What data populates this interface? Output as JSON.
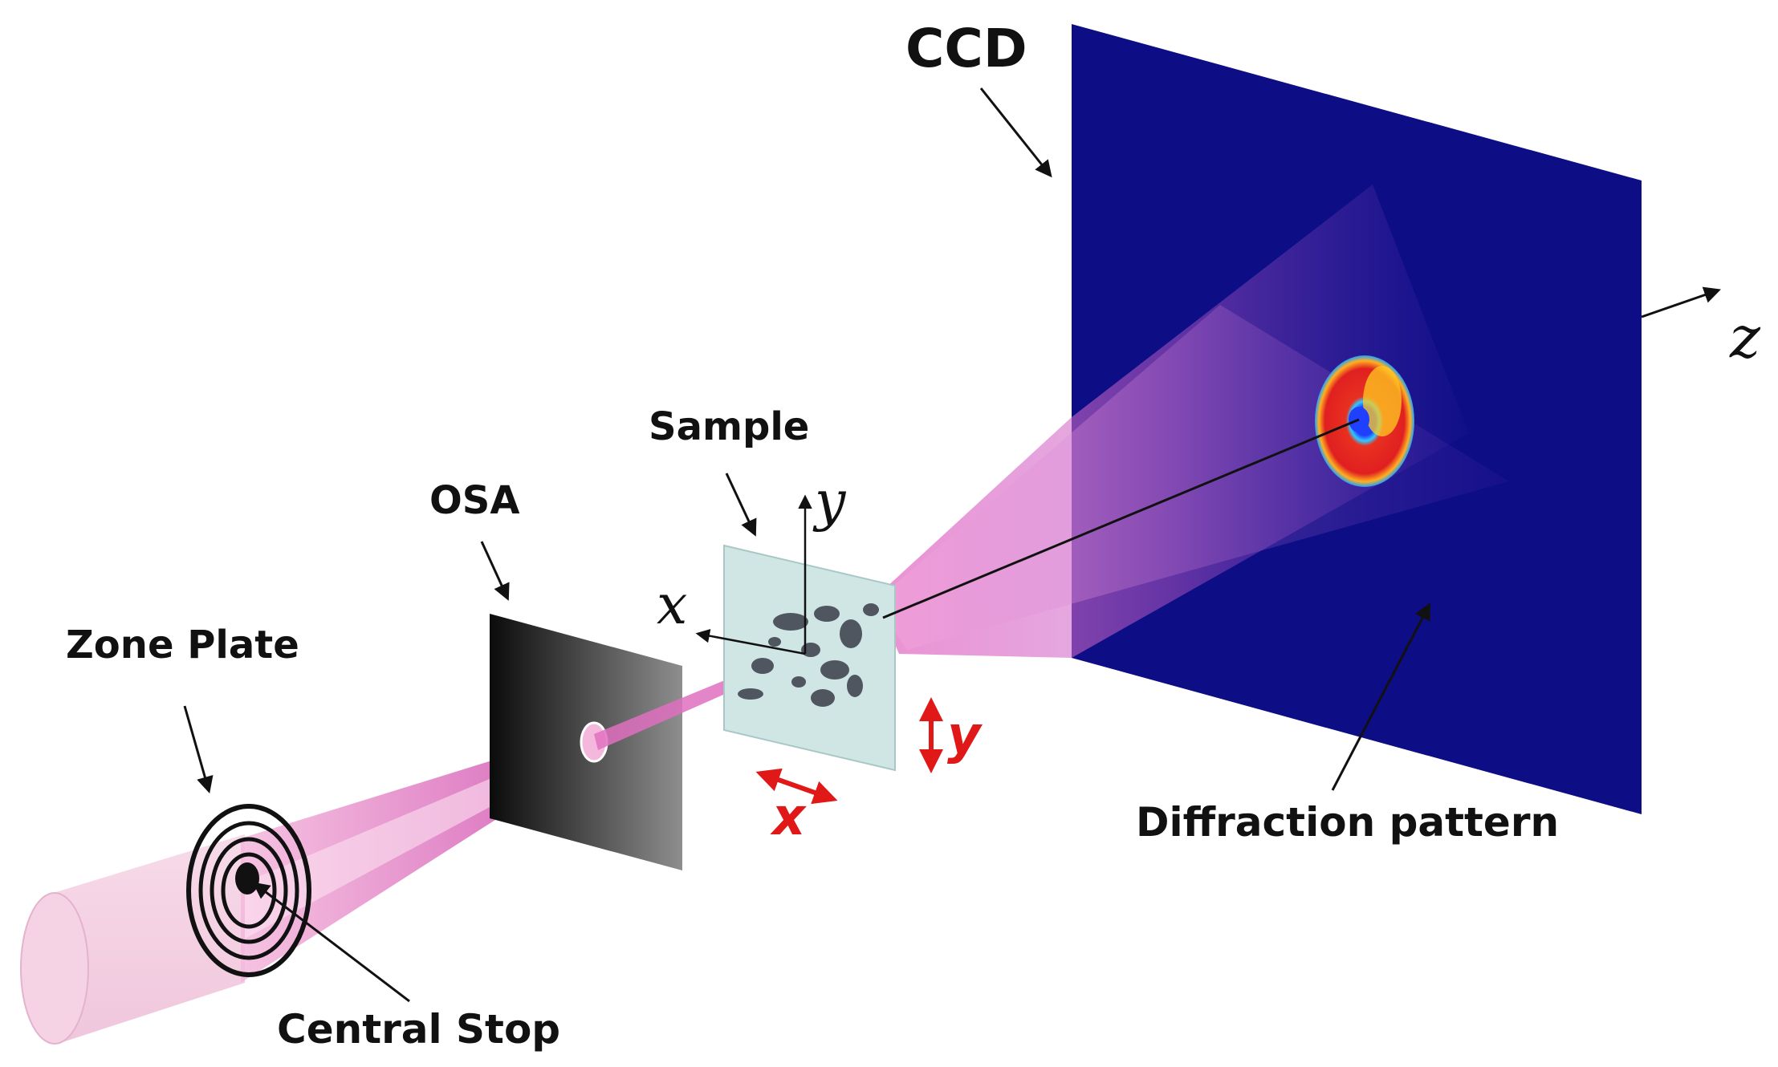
{
  "labels": {
    "ccd": "CCD",
    "osa": "OSA",
    "sample": "Sample",
    "zone_plate": "Zone Plate",
    "central_stop": "Central Stop",
    "diffraction_pattern": "Diffraction pattern"
  },
  "axes": {
    "sample_x": "x",
    "sample_y": "y",
    "z": "z",
    "scan_x": "x",
    "scan_y": "y"
  },
  "colors": {
    "ccd_screen": "#0d0d86",
    "beam": "#e070c0",
    "scan_arrows": "#e01818",
    "sample_plate": "#cfe6e4",
    "osa_dark": "#111111",
    "osa_light": "#8a8a8a",
    "pattern_outer": "#e02020",
    "pattern_inner_bright": "#ffcc22",
    "pattern_center": "#3050ff"
  }
}
